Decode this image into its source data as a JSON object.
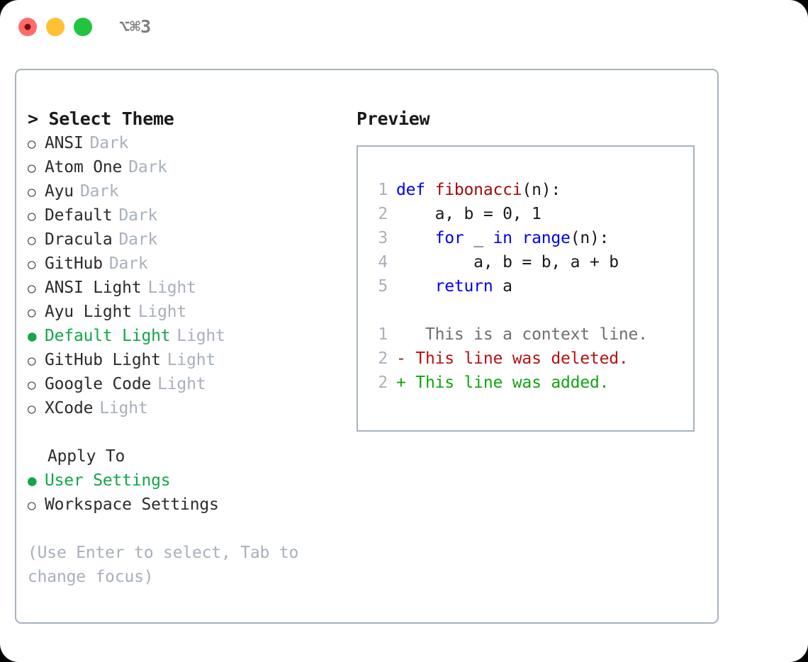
{
  "titlebar": {
    "shortcut": "⌥⌘3",
    "dots": [
      {
        "name": "close",
        "color": "#ff6b6b",
        "inner": "#7a0c0c"
      },
      {
        "name": "minimize",
        "color": "#ffc134",
        "inner": null
      },
      {
        "name": "maximize",
        "color": "#22c33e",
        "inner": null
      }
    ]
  },
  "theme_list": {
    "header": "> Select Theme",
    "items": [
      {
        "bullet": "○",
        "name": "ANSI",
        "category": "Dark",
        "selected": false
      },
      {
        "bullet": "○",
        "name": "Atom One",
        "category": "Dark",
        "selected": false
      },
      {
        "bullet": "○",
        "name": "Ayu",
        "category": "Dark",
        "selected": false
      },
      {
        "bullet": "○",
        "name": "Default",
        "category": "Dark",
        "selected": false
      },
      {
        "bullet": "○",
        "name": "Dracula",
        "category": "Dark",
        "selected": false
      },
      {
        "bullet": "○",
        "name": "GitHub",
        "category": "Dark",
        "selected": false
      },
      {
        "bullet": "○",
        "name": "ANSI Light",
        "category": "Light",
        "selected": false
      },
      {
        "bullet": "○",
        "name": "Ayu Light",
        "category": "Light",
        "selected": false
      },
      {
        "bullet": "●",
        "name": "Default Light",
        "category": "Light",
        "selected": true
      },
      {
        "bullet": "○",
        "name": "GitHub Light",
        "category": "Light",
        "selected": false
      },
      {
        "bullet": "○",
        "name": "Google Code",
        "category": "Light",
        "selected": false
      },
      {
        "bullet": "○",
        "name": "XCode",
        "category": "Light",
        "selected": false
      }
    ]
  },
  "apply_to": {
    "header": "Apply To",
    "items": [
      {
        "bullet": "●",
        "name": "User Settings",
        "selected": true
      },
      {
        "bullet": "○",
        "name": "Workspace Settings",
        "selected": false
      }
    ]
  },
  "hint": "(Use Enter to select, Tab to change focus)",
  "preview": {
    "title": "Preview",
    "code_lines": [
      {
        "num": "1",
        "tokens": [
          {
            "t": "def ",
            "c": "kw"
          },
          {
            "t": "fibonacci",
            "c": "fn"
          },
          {
            "t": "(n):",
            "c": "plain"
          }
        ]
      },
      {
        "num": "2",
        "tokens": [
          {
            "t": "    a, b = 0, 1",
            "c": "plain"
          }
        ]
      },
      {
        "num": "3",
        "tokens": [
          {
            "t": "    ",
            "c": "plain"
          },
          {
            "t": "for",
            "c": "kw"
          },
          {
            "t": " _ ",
            "c": "plain"
          },
          {
            "t": "in",
            "c": "kw"
          },
          {
            "t": " ",
            "c": "plain"
          },
          {
            "t": "range",
            "c": "kw"
          },
          {
            "t": "(n):",
            "c": "plain"
          }
        ]
      },
      {
        "num": "4",
        "tokens": [
          {
            "t": "        a, b = b, a + b",
            "c": "plain"
          }
        ]
      },
      {
        "num": "5",
        "tokens": [
          {
            "t": "    ",
            "c": "plain"
          },
          {
            "t": "return",
            "c": "kw"
          },
          {
            "t": " a",
            "c": "plain"
          }
        ]
      }
    ],
    "diff_lines": [
      {
        "num": "1",
        "marker": "  ",
        "text": " This is a context line.",
        "kind": "ctx"
      },
      {
        "num": "2",
        "marker": "- ",
        "text": "This line was deleted.",
        "kind": "del"
      },
      {
        "num": "2",
        "marker": "+ ",
        "text": "This line was added.",
        "kind": "add"
      }
    ]
  },
  "colors": {
    "accent_green": "#13a64a",
    "muted_gray": "#a8b0bb",
    "border": "#a7b2c0",
    "keyword_blue": "#0000f0",
    "function_red": "#a50b0b",
    "diff_add": "#13a410",
    "diff_del": "#b41212"
  }
}
